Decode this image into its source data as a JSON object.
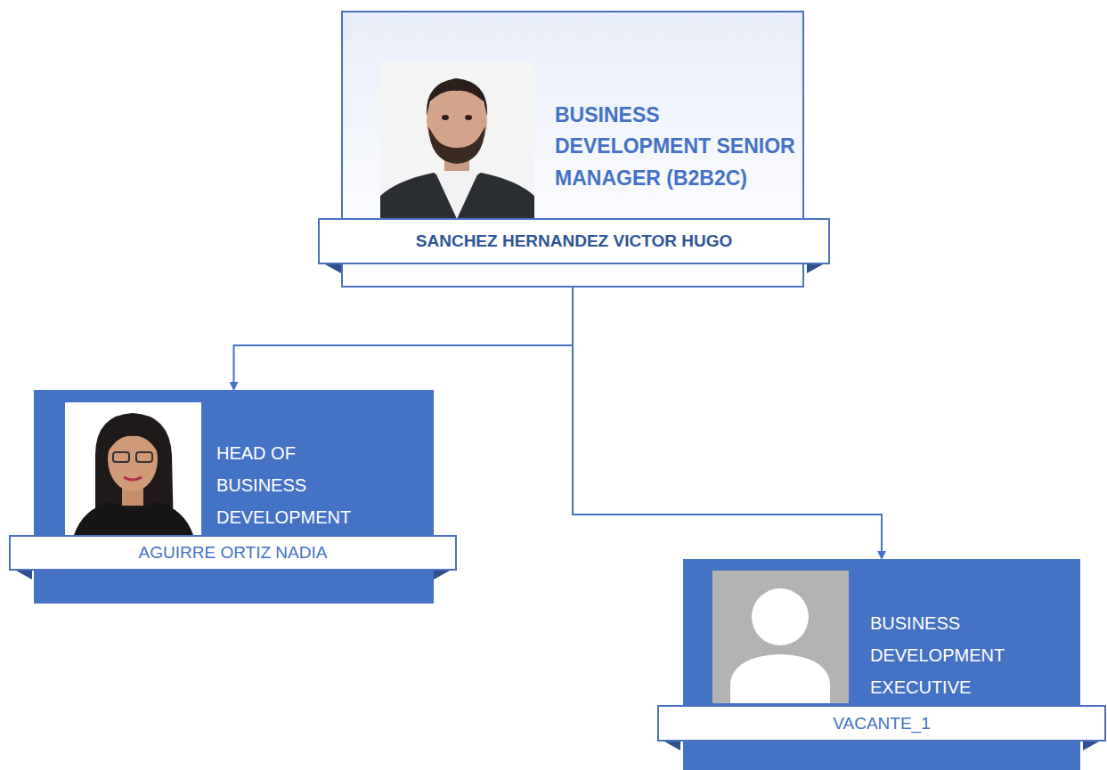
{
  "diagram": {
    "nodes": [
      {
        "text": [
          "BUSINESS DEVELOPMENT SENIOR MANAGER (B2B2C)",
          "SANCHEZ HERNANDEZ VICTOR HUGO"
        ]
      },
      {
        "text": [
          "HEAD OF BUSINESS DEVELOPMENT",
          "AGUIRRE ORTIZ NADIA"
        ]
      },
      {
        "text": [
          "BUSINESS DEVELOPMENT EXECUTIVE",
          "VACANTE_1"
        ]
      }
    ],
    "edges": [
      {
        "from": 0,
        "to": 1,
        "arrow": "to"
      },
      {
        "from": 0,
        "to": 2,
        "arrow": "to"
      }
    ]
  }
}
